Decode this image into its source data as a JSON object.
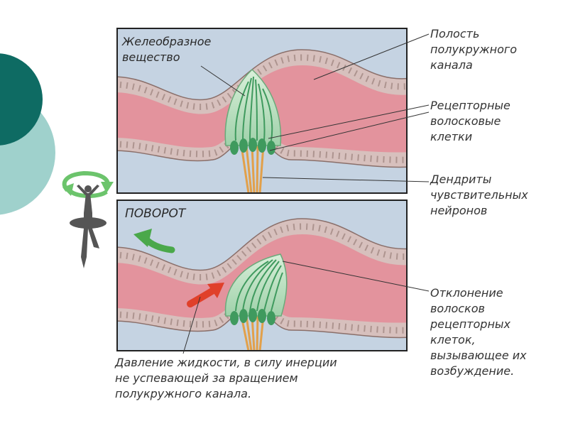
{
  "diagram": {
    "top_panel_label": "Желеобразное\nвещество",
    "bottom_panel_label": "ПОВОРОТ",
    "labels": {
      "canal_cavity": "Полость\nполукружного\nканала",
      "receptor_hair_cells": "Рецепторные\nволосковые\nклетки",
      "sensory_dendrites": "Дендриты\nчувствительных\nнейронов",
      "hair_deflection": "Отклонение\nволосков\nрецепторных\nклеток,\nвызывающее их\nвозбуждение."
    },
    "caption": "Давление жидкости,  в силу инерции\nне успевающей за вращением\nполукружного канала."
  },
  "colors": {
    "background_blue": "#c5d3e2",
    "canal_pink": "#e3939d",
    "epithelium": "#d8c3c0",
    "cupula_green": "#bfe0c5",
    "hair_green": "#3f9a5e",
    "dendrite_orange": "#e2a04a",
    "circle_dark": "#0e6b63",
    "circle_light": "#9fd1cc",
    "arrow_green": "#4aa84a",
    "arrow_red": "#e0402a"
  },
  "icons": [
    "rotation-arrow-icon",
    "dancer-figure-icon",
    "flow-arrow-icon"
  ]
}
